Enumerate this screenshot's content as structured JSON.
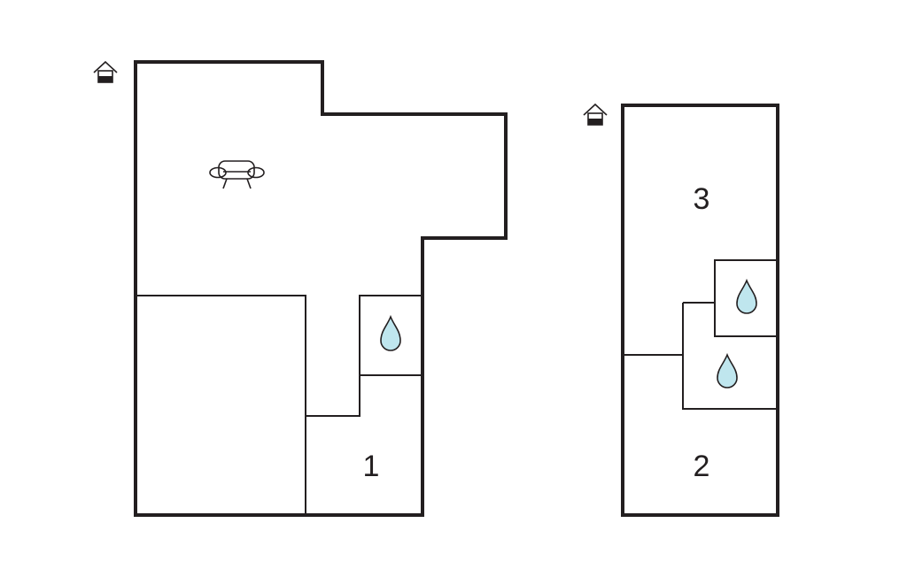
{
  "floor_plan": {
    "colors": {
      "wall": "#231f20",
      "water_drop": "#bfe6ee",
      "background": "#ffffff"
    },
    "left_floor": {
      "entrance_icon": "house-entrance-icon",
      "rooms": [
        {
          "label": "1"
        }
      ],
      "icons": [
        "sofa-icon",
        "water-drop-icon"
      ]
    },
    "right_floor": {
      "entrance_icon": "house-entrance-icon",
      "rooms": [
        {
          "label": "3"
        },
        {
          "label": "2"
        }
      ],
      "icons": [
        "water-drop-icon",
        "water-drop-icon"
      ]
    }
  }
}
